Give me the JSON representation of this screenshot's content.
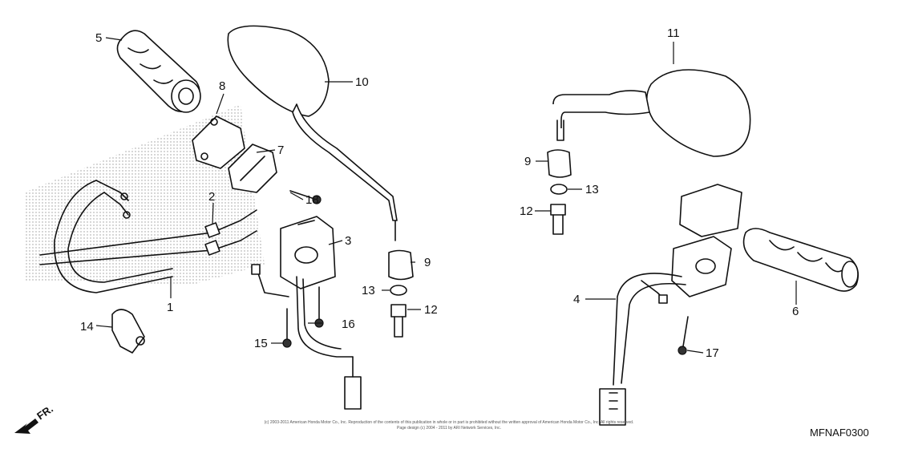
{
  "diagram": {
    "code": "MFNAF0300",
    "direction_label": "FR.",
    "copyright_line1": "(c) 2003-2011 American Honda Motor Co., Inc. Reproduction of the contents of this publication in whole or in part is prohibited without the written approval of American Honda Motor Co., Inc. All rights reserved.",
    "copyright_line2": "Page design (c) 2004 - 2011 by ARI Network Services, Inc.",
    "callouts": {
      "c1": "1",
      "c2": "2",
      "c3": "3",
      "c4": "4",
      "c5": "5",
      "c6": "6",
      "c7": "7",
      "c8": "8",
      "c9a": "9",
      "c9b": "9",
      "c10": "10",
      "c11": "11",
      "c12a": "12",
      "c12b": "12",
      "c13a": "13",
      "c13b": "13",
      "c14": "14",
      "c15": "15",
      "c16": "16",
      "c17": "17",
      "c18": "18"
    }
  }
}
